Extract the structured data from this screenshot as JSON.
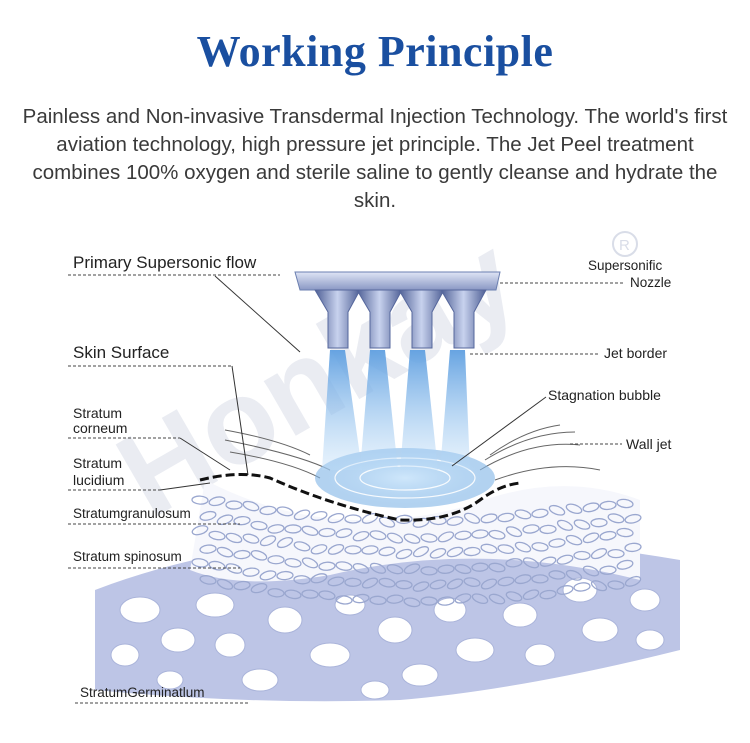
{
  "title": "Working Principle",
  "description": "Painless and Non-invasive Transdermal Injection Technology.  The world's first aviation technology, high pressure jet principle. The Jet Peel treatment combines 100% oxygen and sterile saline to gently cleanse and hydrate the skin.",
  "watermark": "Honkay",
  "colors": {
    "title": "#1a4fa0",
    "jet": "#7fb4e6",
    "nozzle": "#6b7fb0",
    "cells": "#aab4da"
  },
  "labels": {
    "primary_flow": "Primary  Supersonic  flow",
    "skin_surface": "Skin  Surface",
    "stratum_corneum_1": "Stratum",
    "stratum_corneum_2": "corneum",
    "stratum_lucidium_1": "Stratum",
    "stratum_lucidium_2": "lucidium",
    "stratum_granulosum": "Stratumgranulosum",
    "stratum_spinosum": "Stratum spinosum",
    "stratum_germinatlum": "StratumGerminatlum",
    "nozzle_1": "Supersonific",
    "nozzle_2": "Nozzle",
    "jet_border": "Jet border",
    "stagnation_bubble": "Stagnation bubble",
    "wall_jet": "Wall jet"
  }
}
